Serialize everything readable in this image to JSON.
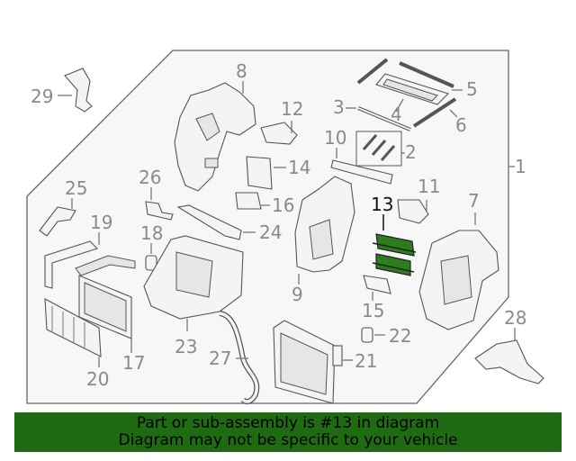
{
  "callouts": {
    "c1": "1",
    "c2": "2",
    "c3": "3",
    "c4": "4",
    "c5": "5",
    "c6": "6",
    "c7": "7",
    "c8": "8",
    "c9": "9",
    "c10": "10",
    "c11": "11",
    "c12": "12",
    "c13": "13",
    "c14": "14",
    "c15": "15",
    "c16": "16",
    "c17": "17",
    "c18": "18",
    "c19": "19",
    "c20": "20",
    "c21": "21",
    "c22": "22",
    "c23": "23",
    "c24": "24",
    "c25": "25",
    "c26": "26",
    "c27": "27",
    "c28": "28",
    "c29": "29"
  },
  "highlight": {
    "part_number": "13",
    "color": "#2e7d1c"
  },
  "banner": {
    "line1": "Part or sub-assembly is #13 in diagram",
    "line2": "Diagram may not be specific to your vehicle",
    "background": "#1f6b12"
  }
}
